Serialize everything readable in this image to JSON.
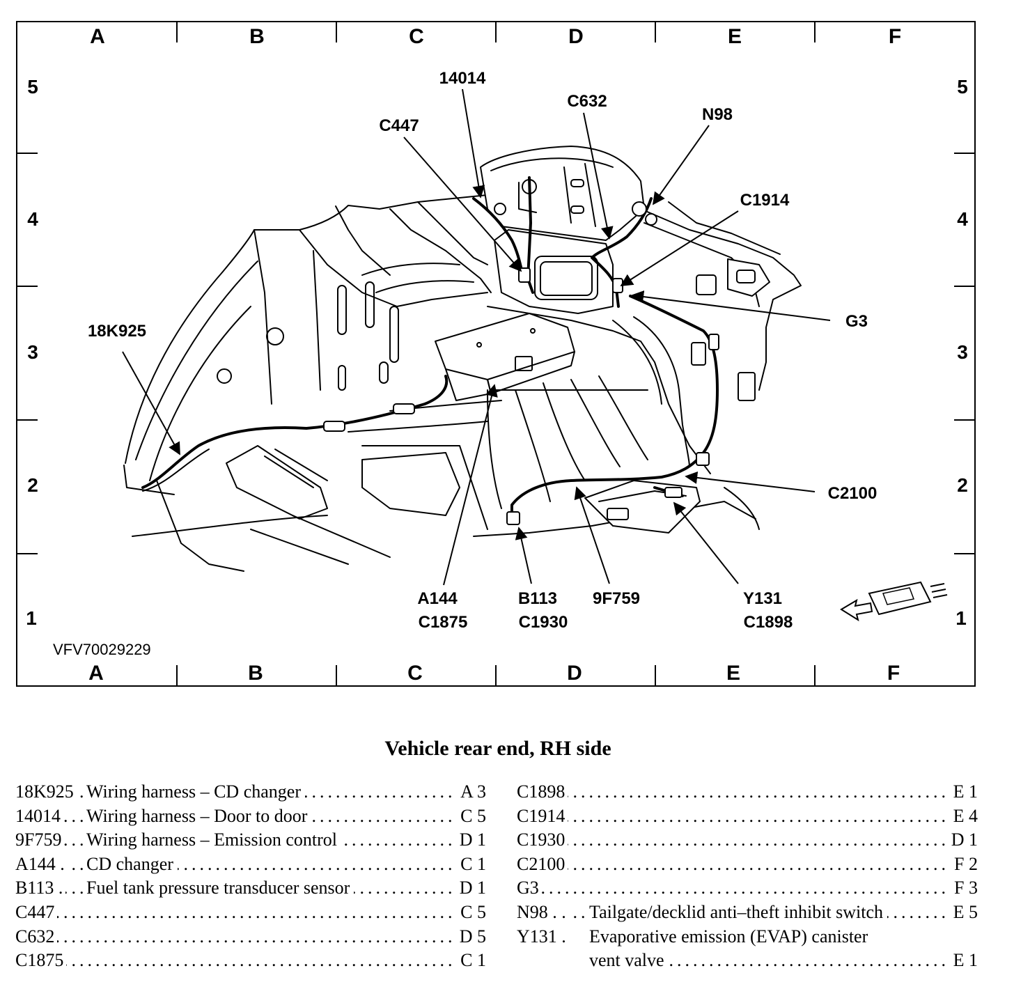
{
  "grid": {
    "columns": [
      "A",
      "B",
      "C",
      "D",
      "E",
      "F"
    ],
    "rows": [
      "5",
      "4",
      "3",
      "2",
      "1"
    ]
  },
  "figure_id": "VFV70029229",
  "callouts": {
    "c_14014": "14014",
    "c_c632": "C632",
    "c_n98": "N98",
    "c_c447": "C447",
    "c_c1914": "C1914",
    "c_18k925": "18K925",
    "c_g3": "G3",
    "c_c2100": "C2100",
    "c_a144": "A144",
    "c_c1875": "C1875",
    "c_b113": "B113",
    "c_c1930": "C1930",
    "c_9f759": "9F759",
    "c_y131": "Y131",
    "c_c1898": "C1898"
  },
  "caption": "Vehicle rear end, RH side",
  "legend_left": [
    {
      "code": "18K925",
      "desc": "Wiring harness – CD changer",
      "loc": "A 3"
    },
    {
      "code": "14014",
      "desc": "Wiring harness – Door to door",
      "loc": "C 5"
    },
    {
      "code": "9F759",
      "desc": "Wiring harness – Emission control",
      "loc": "D 1"
    },
    {
      "code": "A144 .",
      "desc": "CD changer",
      "loc": "C 1"
    },
    {
      "code": "B113 .",
      "desc": "Fuel tank pressure transducer sensor",
      "loc": "D 1"
    },
    {
      "code": "C447",
      "desc": "",
      "loc": "C 5"
    },
    {
      "code": "C632",
      "desc": "",
      "loc": "D 5"
    },
    {
      "code": "C1875",
      "desc": "",
      "loc": "C 1"
    }
  ],
  "legend_right": [
    {
      "code": "C1898",
      "desc": "",
      "loc": "E 1"
    },
    {
      "code": "C1914",
      "desc": "",
      "loc": "E 4"
    },
    {
      "code": "C1930",
      "desc": "",
      "loc": "D 1"
    },
    {
      "code": "C2100",
      "desc": "",
      "loc": "F 2"
    },
    {
      "code": "G3",
      "desc": "",
      "loc": "F 3"
    },
    {
      "code": "N98 . .",
      "desc": "Tailgate/decklid anti–theft inhibit switch",
      "loc": "E 5"
    },
    {
      "code": "Y131 .",
      "desc": "Evaporative emission (EVAP) canister",
      "loc": ""
    }
  ],
  "legend_right_cont": {
    "desc": "vent valve",
    "loc": "E 1"
  }
}
